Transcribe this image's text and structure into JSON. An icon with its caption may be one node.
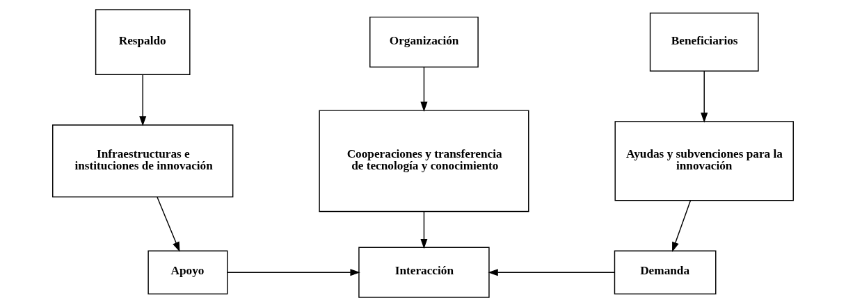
{
  "diagram": {
    "nodes": [
      {
        "text": [
          "Respaldo"
        ]
      },
      {
        "text": [
          "Organización"
        ]
      },
      {
        "text": [
          "Beneficiarios"
        ]
      },
      {
        "text": [
          "Infraestructuras e instituciones de innovación"
        ]
      },
      {
        "text": [
          "Cooperaciones y transferencia de tecnología y conocimiento"
        ]
      },
      {
        "text": [
          "Ayudas y subvenciones para la innovación"
        ]
      },
      {
        "text": [
          "Apoyo"
        ]
      },
      {
        "text": [
          "Interacción"
        ]
      },
      {
        "text": [
          "Demanda"
        ]
      }
    ],
    "edges": [
      {
        "from": 0,
        "to": 3,
        "arrow": "to"
      },
      {
        "from": 1,
        "to": 4,
        "arrow": "to"
      },
      {
        "from": 2,
        "to": 5,
        "arrow": "to"
      },
      {
        "from": 3,
        "to": 6,
        "arrow": "to"
      },
      {
        "from": 4,
        "to": 7,
        "arrow": "to"
      },
      {
        "from": 5,
        "to": 8,
        "arrow": "to"
      },
      {
        "from": 6,
        "to": 7,
        "arrow": "to"
      },
      {
        "from": 8,
        "to": 7,
        "arrow": "to"
      }
    ]
  }
}
